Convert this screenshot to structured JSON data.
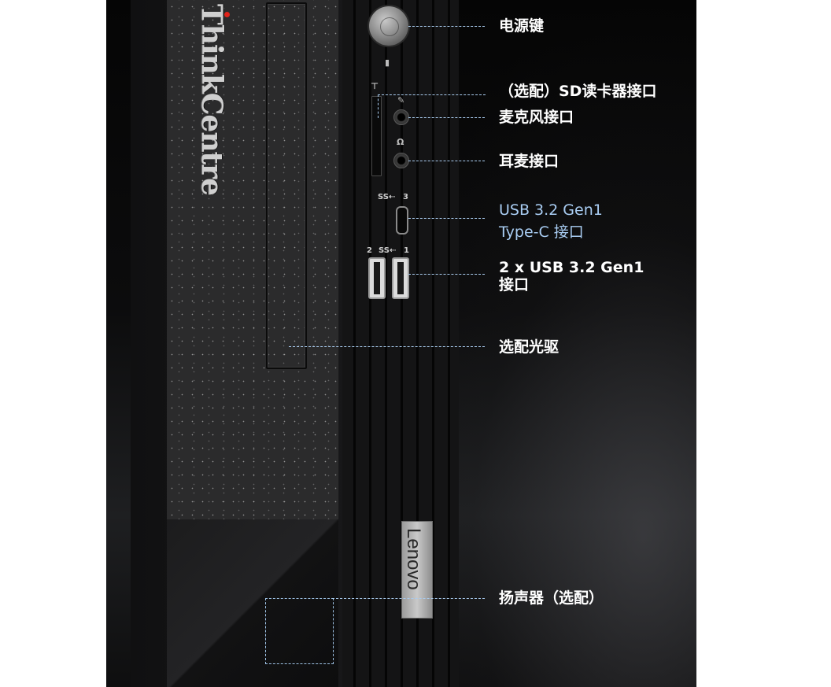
{
  "labels": {
    "power_button": "电源键",
    "sd_reader": "（选配）SD读卡器接口",
    "mic_port": "麦克风接口",
    "headset_port": "耳麦接口",
    "usb_c_line1": "USB 3.2 Gen1",
    "usb_c_line2": "Type-C 接口",
    "usb_a_line1": "2 x USB 3.2 Gen1",
    "usb_a_line2": "接口",
    "optical_drive": "选配光驱",
    "speaker": "扬声器（选配）"
  },
  "device": {
    "brand_mark": "ThinkCentre",
    "badge": "Lenovo",
    "usb_c_number": "3",
    "usb_a_numbers": [
      "2",
      "1"
    ],
    "usb_logo": "SS⇠"
  },
  "colors": {
    "callout_white": "#ffffff",
    "callout_blue": "#a9cdf3",
    "leader": "#a9cbee",
    "brand_dot": "#e2231a"
  },
  "icons": [
    "power-icon",
    "lock-icon",
    "sd-card-icon",
    "microphone-icon",
    "headset-icon",
    "usb-superspeed-icon"
  ]
}
